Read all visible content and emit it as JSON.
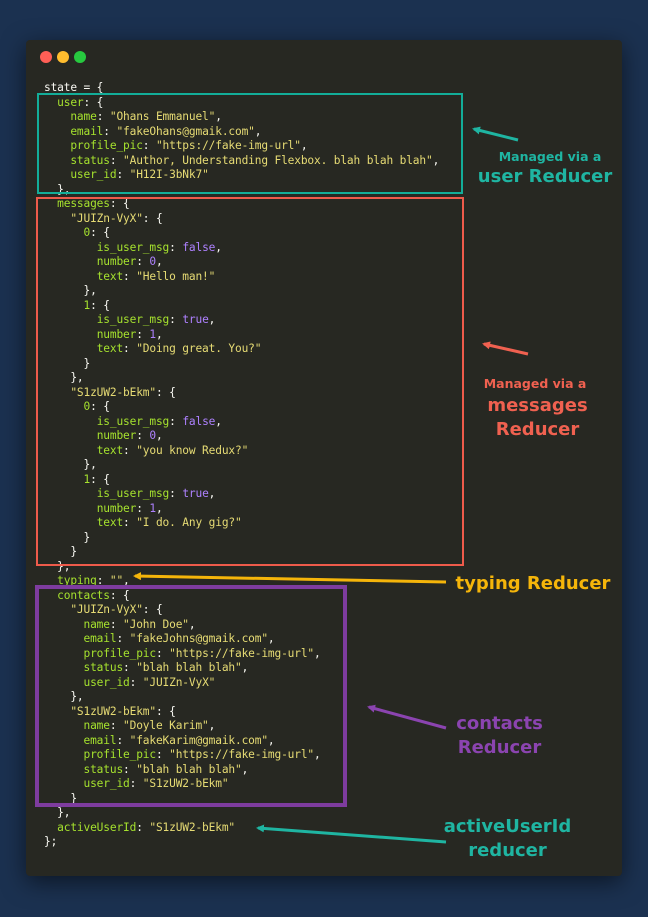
{
  "window": {
    "buttons": [
      "close",
      "minimize",
      "maximize"
    ]
  },
  "code_lines": [
    [
      [
        "state = {",
        "p"
      ]
    ],
    [
      [
        "  ",
        "p"
      ],
      [
        "user",
        "k"
      ],
      [
        ": {",
        "p"
      ]
    ],
    [
      [
        "    ",
        "p"
      ],
      [
        "name",
        "k"
      ],
      [
        ": ",
        "p"
      ],
      [
        "\"Ohans Emmanuel\"",
        "s"
      ],
      [
        ",",
        "p"
      ]
    ],
    [
      [
        "    ",
        "p"
      ],
      [
        "email",
        "k"
      ],
      [
        ": ",
        "p"
      ],
      [
        "\"fakeOhans@gmaik.com\"",
        "s"
      ],
      [
        ",",
        "p"
      ]
    ],
    [
      [
        "    ",
        "p"
      ],
      [
        "profile_pic",
        "k"
      ],
      [
        ": ",
        "p"
      ],
      [
        "\"https://fake-img-url\"",
        "s"
      ],
      [
        ",",
        "p"
      ]
    ],
    [
      [
        "    ",
        "p"
      ],
      [
        "status",
        "k"
      ],
      [
        ": ",
        "p"
      ],
      [
        "\"Author, Understanding Flexbox. blah blah blah\"",
        "s"
      ],
      [
        ",",
        "p"
      ]
    ],
    [
      [
        "    ",
        "p"
      ],
      [
        "user_id",
        "k"
      ],
      [
        ": ",
        "p"
      ],
      [
        "\"H12I-3bNk7\"",
        "s"
      ]
    ],
    [
      [
        "  },",
        "p"
      ]
    ],
    [
      [
        "  ",
        "p"
      ],
      [
        "messages",
        "k"
      ],
      [
        ": {",
        "p"
      ]
    ],
    [
      [
        "    ",
        "p"
      ],
      [
        "\"JUIZn-VyX\"",
        "s"
      ],
      [
        ": {",
        "p"
      ]
    ],
    [
      [
        "      ",
        "p"
      ],
      [
        "0",
        "k"
      ],
      [
        ": {",
        "p"
      ]
    ],
    [
      [
        "        ",
        "p"
      ],
      [
        "is_user_msg",
        "k"
      ],
      [
        ": ",
        "p"
      ],
      [
        "false",
        "n"
      ],
      [
        ",",
        "p"
      ]
    ],
    [
      [
        "        ",
        "p"
      ],
      [
        "number",
        "k"
      ],
      [
        ": ",
        "p"
      ],
      [
        "0",
        "n"
      ],
      [
        ",",
        "p"
      ]
    ],
    [
      [
        "        ",
        "p"
      ],
      [
        "text",
        "k"
      ],
      [
        ": ",
        "p"
      ],
      [
        "\"Hello man!\"",
        "s"
      ]
    ],
    [
      [
        "      },",
        "p"
      ]
    ],
    [
      [
        "      ",
        "p"
      ],
      [
        "1",
        "k"
      ],
      [
        ": {",
        "p"
      ]
    ],
    [
      [
        "        ",
        "p"
      ],
      [
        "is_user_msg",
        "k"
      ],
      [
        ": ",
        "p"
      ],
      [
        "true",
        "n"
      ],
      [
        ",",
        "p"
      ]
    ],
    [
      [
        "        ",
        "p"
      ],
      [
        "number",
        "k"
      ],
      [
        ": ",
        "p"
      ],
      [
        "1",
        "n"
      ],
      [
        ",",
        "p"
      ]
    ],
    [
      [
        "        ",
        "p"
      ],
      [
        "text",
        "k"
      ],
      [
        ": ",
        "p"
      ],
      [
        "\"Doing great. You?\"",
        "s"
      ]
    ],
    [
      [
        "      }",
        "p"
      ]
    ],
    [
      [
        "    },",
        "p"
      ]
    ],
    [
      [
        "    ",
        "p"
      ],
      [
        "\"S1zUW2-bEkm\"",
        "s"
      ],
      [
        ": {",
        "p"
      ]
    ],
    [
      [
        "      ",
        "p"
      ],
      [
        "0",
        "k"
      ],
      [
        ": {",
        "p"
      ]
    ],
    [
      [
        "        ",
        "p"
      ],
      [
        "is_user_msg",
        "k"
      ],
      [
        ": ",
        "p"
      ],
      [
        "false",
        "n"
      ],
      [
        ",",
        "p"
      ]
    ],
    [
      [
        "        ",
        "p"
      ],
      [
        "number",
        "k"
      ],
      [
        ": ",
        "p"
      ],
      [
        "0",
        "n"
      ],
      [
        ",",
        "p"
      ]
    ],
    [
      [
        "        ",
        "p"
      ],
      [
        "text",
        "k"
      ],
      [
        ": ",
        "p"
      ],
      [
        "\"you know Redux?\"",
        "s"
      ]
    ],
    [
      [
        "      },",
        "p"
      ]
    ],
    [
      [
        "      ",
        "p"
      ],
      [
        "1",
        "k"
      ],
      [
        ": {",
        "p"
      ]
    ],
    [
      [
        "        ",
        "p"
      ],
      [
        "is_user_msg",
        "k"
      ],
      [
        ": ",
        "p"
      ],
      [
        "true",
        "n"
      ],
      [
        ",",
        "p"
      ]
    ],
    [
      [
        "        ",
        "p"
      ],
      [
        "number",
        "k"
      ],
      [
        ": ",
        "p"
      ],
      [
        "1",
        "n"
      ],
      [
        ",",
        "p"
      ]
    ],
    [
      [
        "        ",
        "p"
      ],
      [
        "text",
        "k"
      ],
      [
        ": ",
        "p"
      ],
      [
        "\"I do. Any gig?\"",
        "s"
      ]
    ],
    [
      [
        "      }",
        "p"
      ]
    ],
    [
      [
        "    }",
        "p"
      ]
    ],
    [
      [
        "  },",
        "p"
      ]
    ],
    [
      [
        "  ",
        "p"
      ],
      [
        "typing",
        "k"
      ],
      [
        ": ",
        "p"
      ],
      [
        "\"\"",
        "s"
      ],
      [
        ",",
        "p"
      ]
    ],
    [
      [
        "  ",
        "p"
      ],
      [
        "contacts",
        "k"
      ],
      [
        ": {",
        "p"
      ]
    ],
    [
      [
        "    ",
        "p"
      ],
      [
        "\"JUIZn-VyX\"",
        "s"
      ],
      [
        ": {",
        "p"
      ]
    ],
    [
      [
        "      ",
        "p"
      ],
      [
        "name",
        "k"
      ],
      [
        ": ",
        "p"
      ],
      [
        "\"John Doe\"",
        "s"
      ],
      [
        ",",
        "p"
      ]
    ],
    [
      [
        "      ",
        "p"
      ],
      [
        "email",
        "k"
      ],
      [
        ": ",
        "p"
      ],
      [
        "\"fakeJohns@gmaik.com\"",
        "s"
      ],
      [
        ",",
        "p"
      ]
    ],
    [
      [
        "      ",
        "p"
      ],
      [
        "profile_pic",
        "k"
      ],
      [
        ": ",
        "p"
      ],
      [
        "\"https://fake-img-url\"",
        "s"
      ],
      [
        ",",
        "p"
      ]
    ],
    [
      [
        "      ",
        "p"
      ],
      [
        "status",
        "k"
      ],
      [
        ": ",
        "p"
      ],
      [
        "\"blah blah blah\"",
        "s"
      ],
      [
        ",",
        "p"
      ]
    ],
    [
      [
        "      ",
        "p"
      ],
      [
        "user_id",
        "k"
      ],
      [
        ": ",
        "p"
      ],
      [
        "\"JUIZn-VyX\"",
        "s"
      ]
    ],
    [
      [
        "    },",
        "p"
      ]
    ],
    [
      [
        "    ",
        "p"
      ],
      [
        "\"S1zUW2-bEkm\"",
        "s"
      ],
      [
        ": {",
        "p"
      ]
    ],
    [
      [
        "      ",
        "p"
      ],
      [
        "name",
        "k"
      ],
      [
        ": ",
        "p"
      ],
      [
        "\"Doyle Karim\"",
        "s"
      ],
      [
        ",",
        "p"
      ]
    ],
    [
      [
        "      ",
        "p"
      ],
      [
        "email",
        "k"
      ],
      [
        ": ",
        "p"
      ],
      [
        "\"fakeKarim@gmaik.com\"",
        "s"
      ],
      [
        ",",
        "p"
      ]
    ],
    [
      [
        "      ",
        "p"
      ],
      [
        "profile_pic",
        "k"
      ],
      [
        ": ",
        "p"
      ],
      [
        "\"https://fake-img-url\"",
        "s"
      ],
      [
        ",",
        "p"
      ]
    ],
    [
      [
        "      ",
        "p"
      ],
      [
        "status",
        "k"
      ],
      [
        ": ",
        "p"
      ],
      [
        "\"blah blah blah\"",
        "s"
      ],
      [
        ",",
        "p"
      ]
    ],
    [
      [
        "      ",
        "p"
      ],
      [
        "user_id",
        "k"
      ],
      [
        ": ",
        "p"
      ],
      [
        "\"S1zUW2-bEkm\"",
        "s"
      ]
    ],
    [
      [
        "    }",
        "p"
      ]
    ],
    [
      [
        "  },",
        "p"
      ]
    ],
    [
      [
        "  ",
        "p"
      ],
      [
        "activeUserId",
        "k"
      ],
      [
        ": ",
        "p"
      ],
      [
        "\"S1zUW2-bEkm\"",
        "s"
      ]
    ],
    [
      [
        "};",
        "p"
      ]
    ]
  ],
  "annotations": {
    "user": {
      "line1": "Managed via a",
      "line2": "user Reducer",
      "color": "#1fb5a2"
    },
    "messages": {
      "line1": "Managed via a",
      "line2": "messages",
      "line3": "Reducer",
      "color": "#f06150"
    },
    "typing": {
      "line1": "typing Reducer",
      "color": "#f5b50a"
    },
    "contacts": {
      "line1": "contacts",
      "line2": "Reducer",
      "color": "#8b44b0"
    },
    "active": {
      "line1": "activeUserId",
      "line2": "reducer",
      "color": "#1fb5a2"
    }
  },
  "syntax_colors": {
    "punctuation": "#f8f8f2",
    "key": "#a6e22e",
    "string": "#e6db74",
    "number": "#ae81ff"
  },
  "background": "#1b3150",
  "editor_background": "#272822"
}
